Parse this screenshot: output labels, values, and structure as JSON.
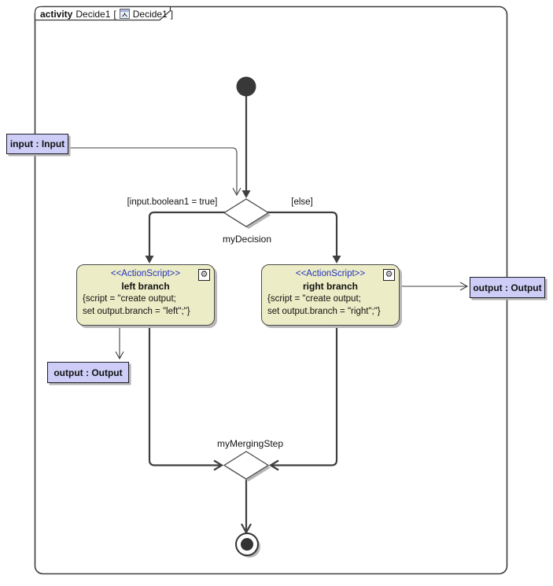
{
  "header": {
    "kind": "activity",
    "name": "Decide1",
    "open_bracket": "[",
    "diagram": "Decide1",
    "close_bracket": "]"
  },
  "params": {
    "input": {
      "label": "input : Input"
    },
    "output_left": {
      "label": "output : Output"
    },
    "output_right": {
      "label": "output : Output"
    }
  },
  "actions": {
    "left": {
      "stereotype": "<<ActionScript>>",
      "name": "left branch",
      "script1": "{script = \"create output;",
      "script2": "set output.branch = \"left\";\"}"
    },
    "right": {
      "stereotype": "<<ActionScript>>",
      "name": "right branch",
      "script1": "{script = \"create output;",
      "script2": "set output.branch = \"right\";\"}"
    }
  },
  "control": {
    "decision_name": "myDecision",
    "merge_name": "myMergingStep",
    "guard_true": "[input.boolean1 = true]",
    "guard_else": "[else]"
  },
  "icons": {
    "gear": "⚙"
  },
  "colors": {
    "action_fill": "#ececc6",
    "param_fill": "#cdcdf7",
    "stereotype_text": "#2233bb",
    "line": "#3f3f3f",
    "shadow": "#b6b6b6"
  }
}
